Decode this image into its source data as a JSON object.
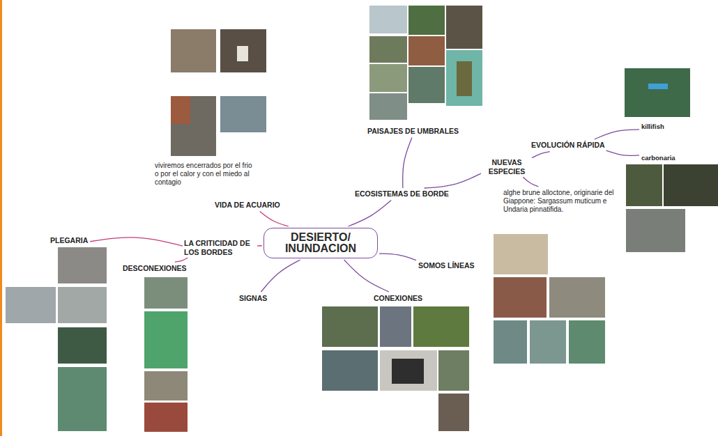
{
  "diagram": {
    "nodes": [
      {
        "text": [
          "DESIERTO/ INUNDACION"
        ]
      },
      {
        "text": [
          "PAISAJES DE UMBRALES"
        ]
      },
      {
        "text": [
          "ECOSISTEMAS DE BORDE"
        ]
      },
      {
        "text": [
          "NUEVAS ESPECIES"
        ]
      },
      {
        "text": [
          "EVOLUCIÓN RÁPIDA"
        ]
      },
      {
        "text": [
          "killifish"
        ]
      },
      {
        "text": [
          "carbonaria"
        ]
      },
      {
        "text": [
          "alghe brune alloctone, originarie del Giappone: Sargassum muticum e Undaria pinnatifida."
        ]
      },
      {
        "text": [
          "VIDA DE ACUARIO"
        ]
      },
      {
        "text": [
          "LA CRITICIDAD DE LOS BORDES"
        ]
      },
      {
        "text": [
          "PLEGARIA"
        ]
      },
      {
        "text": [
          "DESCONEXIONES"
        ]
      },
      {
        "text": [
          "SIGNAS"
        ]
      },
      {
        "text": [
          "SOMOS LÍNEAS"
        ]
      },
      {
        "text": [
          "CONEXIONES"
        ]
      }
    ],
    "edges": [
      {
        "from": 0,
        "to": 2,
        "arrow": "none"
      },
      {
        "from": 2,
        "to": 1,
        "arrow": "none"
      },
      {
        "from": 2,
        "to": 3,
        "arrow": "none"
      },
      {
        "from": 3,
        "to": 4,
        "arrow": "none"
      },
      {
        "from": 4,
        "to": 5,
        "arrow": "none"
      },
      {
        "from": 4,
        "to": 6,
        "arrow": "none"
      },
      {
        "from": 3,
        "to": 7,
        "arrow": "none"
      },
      {
        "from": 0,
        "to": 8,
        "arrow": "none"
      },
      {
        "from": 0,
        "to": 9,
        "arrow": "none"
      },
      {
        "from": 9,
        "to": 10,
        "arrow": "none"
      },
      {
        "from": 9,
        "to": 11,
        "arrow": "none"
      },
      {
        "from": 0,
        "to": 12,
        "arrow": "none"
      },
      {
        "from": 0,
        "to": 13,
        "arrow": "none"
      },
      {
        "from": 0,
        "to": 14,
        "arrow": "none"
      }
    ],
    "labels": [
      "viviremos encerrados por el frio o por el calor y con el miedo al contagio"
    ]
  }
}
